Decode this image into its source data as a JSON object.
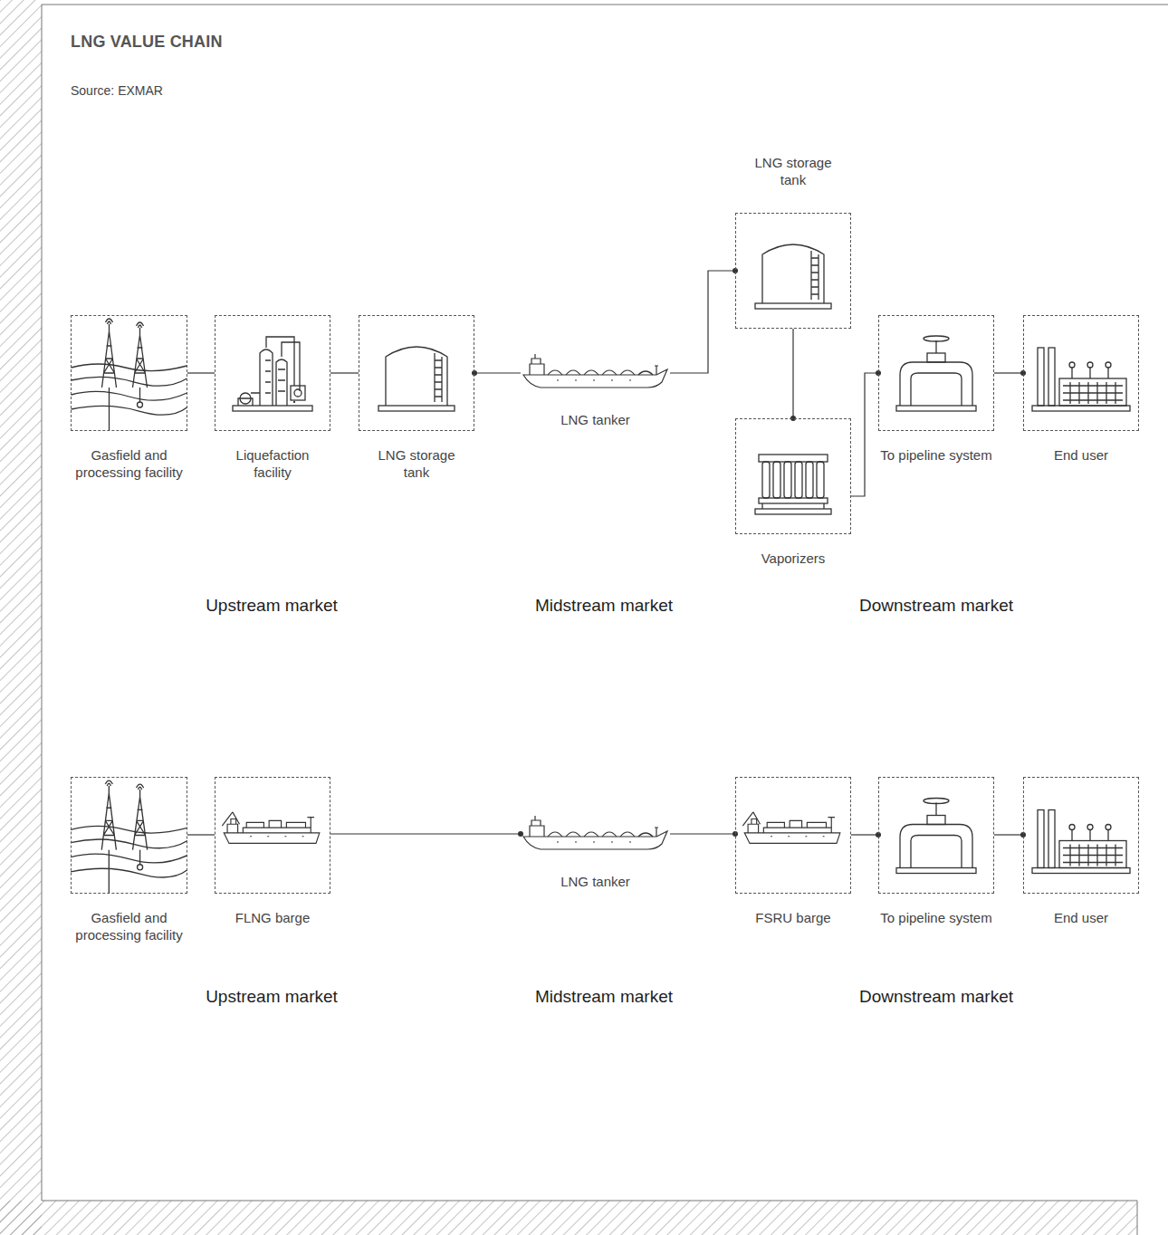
{
  "diagram": {
    "title": "LNG VALUE CHAIN",
    "nodes": [
      {
        "text": [
          "Gasfield and processing facility"
        ]
      },
      {
        "text": [
          "Liquefaction facility"
        ]
      },
      {
        "text": [
          "LNG storage tank"
        ]
      },
      {
        "text": [
          "LNG tanker"
        ]
      },
      {
        "text": [
          "LNG storage tank"
        ]
      },
      {
        "text": [
          "Vaporizers"
        ]
      },
      {
        "text": [
          "To pipeline system"
        ]
      },
      {
        "text": [
          "End user"
        ]
      },
      {
        "text": [
          "Gasfield and processing facility"
        ]
      },
      {
        "text": [
          "FLNG barge"
        ]
      },
      {
        "text": [
          "LNG tanker"
        ]
      },
      {
        "text": [
          "FSRU barge"
        ]
      },
      {
        "text": [
          "To pipeline system"
        ]
      },
      {
        "text": [
          "End user"
        ]
      }
    ],
    "edges": [
      {
        "from": 0,
        "to": 1,
        "arrow": "none"
      },
      {
        "from": 1,
        "to": 2,
        "arrow": "none"
      },
      {
        "from": 2,
        "to": 3,
        "arrow": "none"
      },
      {
        "from": 3,
        "to": 4,
        "arrow": "none"
      },
      {
        "from": 4,
        "to": 5,
        "arrow": "none"
      },
      {
        "from": 5,
        "to": 6,
        "arrow": "none"
      },
      {
        "from": 6,
        "to": 7,
        "arrow": "none"
      },
      {
        "from": 8,
        "to": 9,
        "arrow": "none"
      },
      {
        "from": 9,
        "to": 10,
        "arrow": "none"
      },
      {
        "from": 10,
        "to": 11,
        "arrow": "none"
      },
      {
        "from": 11,
        "to": 12,
        "arrow": "none"
      },
      {
        "from": 12,
        "to": 13,
        "arrow": "none"
      }
    ],
    "labels": [
      "Source: EXMAR",
      "Upstream market",
      "Midstream market",
      "Downstream market",
      "Upstream market",
      "Midstream market",
      "Downstream market"
    ]
  }
}
